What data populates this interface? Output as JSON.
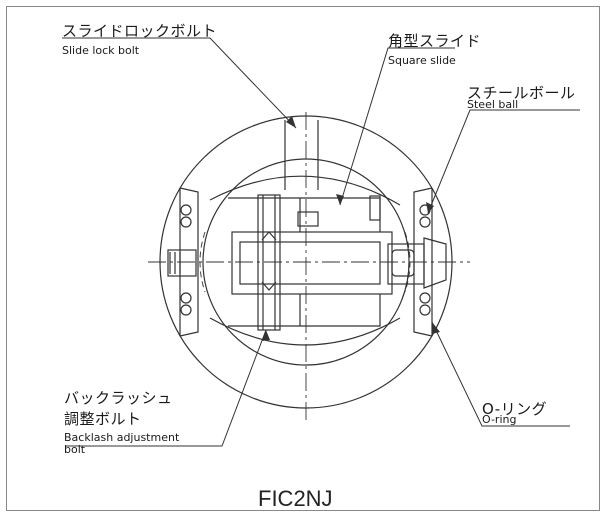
{
  "figure_id": "FIC2NJ",
  "labels": {
    "slide_lock_bolt": {
      "jp": "スライドロックボルト",
      "en": "Slide lock bolt"
    },
    "square_slide": {
      "jp": "角型スライド",
      "en": "Square slide"
    },
    "steel_ball": {
      "jp": "スチールボール",
      "en": "Steel ball"
    },
    "backlash_bolt": {
      "jp_line1": "バックラッシュ",
      "jp_line2": "調整ボルト",
      "en_line1": "Backlash adjustment",
      "en_line2": "bolt"
    },
    "o_ring": {
      "jp": "O-リング",
      "en": "O-ring"
    }
  },
  "colors": {
    "line": "#333333",
    "text": "#1a1a1a",
    "frame": "#888888"
  }
}
